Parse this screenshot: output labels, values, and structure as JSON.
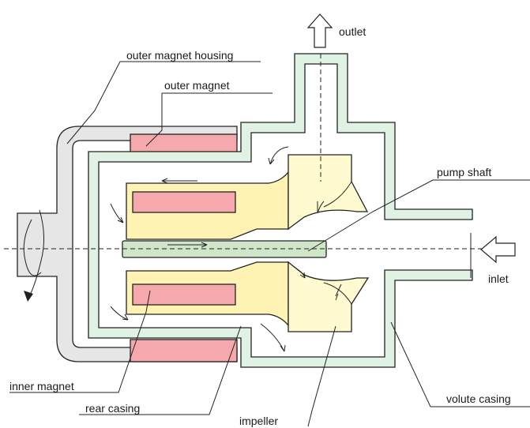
{
  "labels": {
    "outlet": "outlet",
    "outer_magnet_housing": "outer magnet housing",
    "outer_magnet": "outer magnet",
    "pump_shaft": "pump shaft",
    "inlet": "inlet",
    "inner_magnet": "inner magnet",
    "rear_casing": "rear casing",
    "impeller": "impeller",
    "volute_casing": "volute casing"
  },
  "colors": {
    "housing": "#e6e6e6",
    "casing": "#dff2e3",
    "magnet": "#f5a9ad",
    "rotor": "#fff3b4",
    "impeller": "#fffad0",
    "shaft": "#cfe6c9",
    "outline": "#222222"
  }
}
